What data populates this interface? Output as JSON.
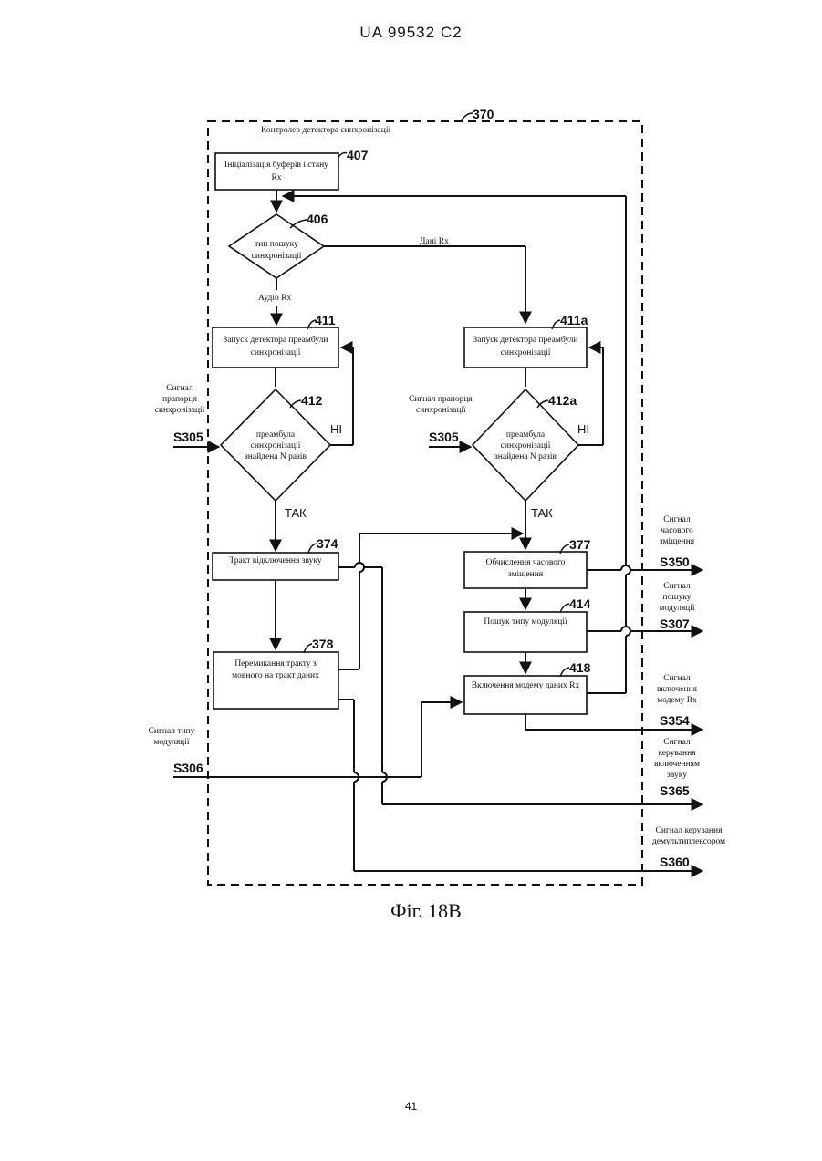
{
  "header": "UA   99532   C2",
  "page_number": "41",
  "figure_caption": "Фіг. 18В",
  "controller": {
    "ref": "370",
    "label": "Контролер детектора синхронізації"
  },
  "blocks": {
    "b407": {
      "ref": "407",
      "l1": "Ініціалізація буферів і стану",
      "l2": "Rx"
    },
    "b411": {
      "ref": "411",
      "l1": "Запуск детектора преамбули",
      "l2": "синхронізації"
    },
    "b411a": {
      "ref": "411а",
      "l1": "Запуск детектора преамбули",
      "l2": "синхронізації"
    },
    "b374": {
      "ref": "374",
      "l1": "Тракт відключення звуку"
    },
    "b378": {
      "ref": "378",
      "l1": "Перемикання тракту з",
      "l2": "мовного на тракт даних"
    },
    "b377": {
      "ref": "377",
      "l1": "Обчислення часового",
      "l2": "зміщення"
    },
    "b414": {
      "ref": "414",
      "l1": "Пошук типу модуляції"
    },
    "b418": {
      "ref": "418",
      "l1": "Включення модему даних Rx"
    }
  },
  "decisions": {
    "d406": {
      "ref": "406",
      "l1": "тип пошуку",
      "l2": "синхронізації",
      "out_right": "Дані Rx",
      "out_down": "Аудіо Rx"
    },
    "d412": {
      "ref": "412",
      "l1": "преамбула",
      "l2": "синхронізації",
      "l3": "знайдена N разів",
      "no": "НІ",
      "yes": "ТАК"
    },
    "d412a": {
      "ref": "412а",
      "l1": "преамбула",
      "l2": "синхронізації",
      "l3": "знайдена N разів",
      "no": "НІ",
      "yes": "ТАК"
    }
  },
  "inputs": {
    "sync_flag_left": {
      "l1": "Сигнал",
      "l2": "прапорця",
      "l3": "синхронізації",
      "code": "S305"
    },
    "sync_flag_right": {
      "l1": "Сигнал прапорця",
      "l2": "синхронізації",
      "code": "S305"
    },
    "modulation_type": {
      "l1": "Сигнал типу",
      "l2": "модуляції",
      "code": "S306"
    }
  },
  "outputs": {
    "s350": {
      "l1": "Сигнал",
      "l2": "часового",
      "l3": "зміщення",
      "code": "S350"
    },
    "s307": {
      "l1": "Сигнал",
      "l2": "пошуку",
      "l3": "модуляції",
      "code": "S307"
    },
    "s354": {
      "l1": "Сигнал",
      "l2": "включення",
      "l3": "модему Rx",
      "code": "S354"
    },
    "s365": {
      "l1": "Сигнал",
      "l2": "керування",
      "l3": "включенням",
      "l4": "звуку",
      "code": "S365"
    },
    "s360": {
      "l1": "Сигнал керування",
      "l2": "демультиплексором",
      "code": "S360"
    }
  }
}
